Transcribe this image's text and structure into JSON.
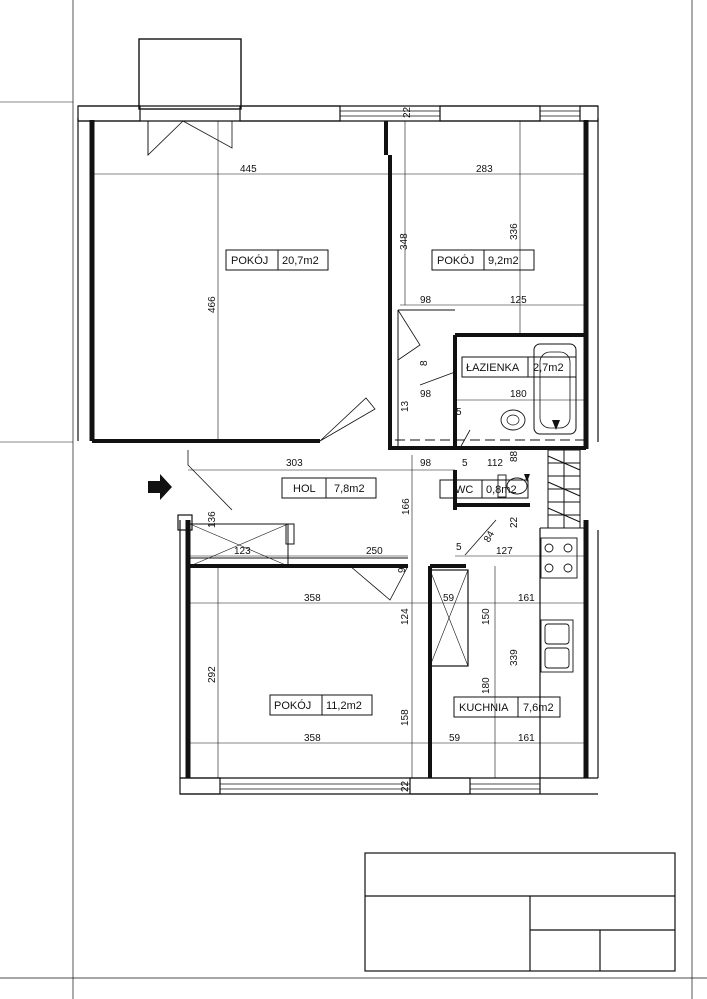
{
  "rooms": [
    {
      "name": "POKÓJ",
      "area": "20,7m2"
    },
    {
      "name": "POKÓJ",
      "area": "9,2m2"
    },
    {
      "name": "ŁAZIENKA",
      "area": "2,7m2"
    },
    {
      "name": "HOL",
      "area": "7,8m2"
    },
    {
      "name": "WC",
      "area": "0,8m2"
    },
    {
      "name": "POKÓJ",
      "area": "11,2m2"
    },
    {
      "name": "KUCHNIA",
      "area": "7,6m2"
    }
  ],
  "dimensions": {
    "d445": "445",
    "d283": "283",
    "d22_top": "22",
    "d348": "348",
    "d336": "336",
    "d466": "466",
    "d98_a": "98",
    "d125": "125",
    "d8": "8",
    "d98_b": "98",
    "d180_a": "180",
    "d13": "13",
    "d5_a": "5",
    "d303": "303",
    "d98_c": "98",
    "d5_b": "5",
    "d112": "112",
    "d88": "88",
    "d136": "136",
    "d166": "166",
    "d22_mid": "22",
    "d123": "123",
    "d250": "250",
    "d5_c": "5",
    "d84": "84",
    "d127": "127",
    "d9": "9",
    "d358_a": "358",
    "d59_a": "59",
    "d161_a": "161",
    "d124": "124",
    "d150": "150",
    "d292": "292",
    "d339": "339",
    "d180_b": "180",
    "d158": "158",
    "d358_b": "358",
    "d59_b": "59",
    "d161_b": "161",
    "d22_bot": "22"
  },
  "colors": {
    "line": "#111111",
    "background": "#ffffff"
  }
}
